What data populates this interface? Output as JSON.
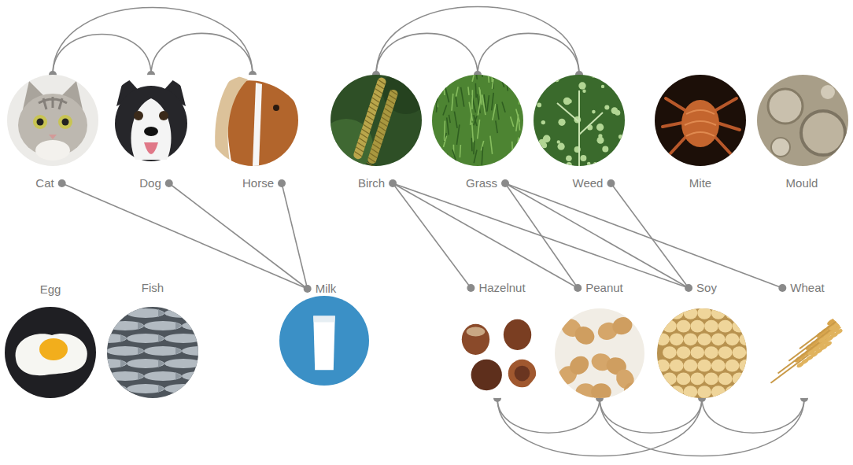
{
  "diagram": {
    "nodes": [
      {
        "text": [
          "Cat"
        ]
      },
      {
        "text": [
          "Dog"
        ]
      },
      {
        "text": [
          "Horse"
        ]
      },
      {
        "text": [
          "Birch"
        ]
      },
      {
        "text": [
          "Grass"
        ]
      },
      {
        "text": [
          "Weed"
        ]
      },
      {
        "text": [
          "Mite"
        ]
      },
      {
        "text": [
          "Mould"
        ]
      },
      {
        "text": [
          "Egg"
        ]
      },
      {
        "text": [
          "Fish"
        ]
      },
      {
        "text": [
          "Milk"
        ]
      },
      {
        "text": [
          "Hazelnut"
        ]
      },
      {
        "text": [
          "Peanut"
        ]
      },
      {
        "text": [
          "Soy"
        ]
      },
      {
        "text": [
          "Wheat"
        ]
      }
    ],
    "edges": [
      {
        "from": 0,
        "to": 1,
        "arrow": "none"
      },
      {
        "from": 1,
        "to": 2,
        "arrow": "none"
      },
      {
        "from": 0,
        "to": 2,
        "arrow": "none"
      },
      {
        "from": 3,
        "to": 4,
        "arrow": "none"
      },
      {
        "from": 4,
        "to": 5,
        "arrow": "none"
      },
      {
        "from": 3,
        "to": 5,
        "arrow": "none"
      },
      {
        "from": 0,
        "to": 10,
        "arrow": "none"
      },
      {
        "from": 1,
        "to": 10,
        "arrow": "none"
      },
      {
        "from": 2,
        "to": 10,
        "arrow": "none"
      },
      {
        "from": 3,
        "to": 11,
        "arrow": "none"
      },
      {
        "from": 3,
        "to": 12,
        "arrow": "none"
      },
      {
        "from": 3,
        "to": 13,
        "arrow": "none"
      },
      {
        "from": 4,
        "to": 12,
        "arrow": "none"
      },
      {
        "from": 4,
        "to": 13,
        "arrow": "none"
      },
      {
        "from": 4,
        "to": 14,
        "arrow": "none"
      },
      {
        "from": 5,
        "to": 13,
        "arrow": "none"
      },
      {
        "from": 11,
        "to": 12,
        "arrow": "none"
      },
      {
        "from": 11,
        "to": 13,
        "arrow": "none"
      },
      {
        "from": 12,
        "to": 13,
        "arrow": "none"
      },
      {
        "from": 12,
        "to": 14,
        "arrow": "none"
      },
      {
        "from": 13,
        "to": 14,
        "arrow": "none"
      }
    ]
  }
}
